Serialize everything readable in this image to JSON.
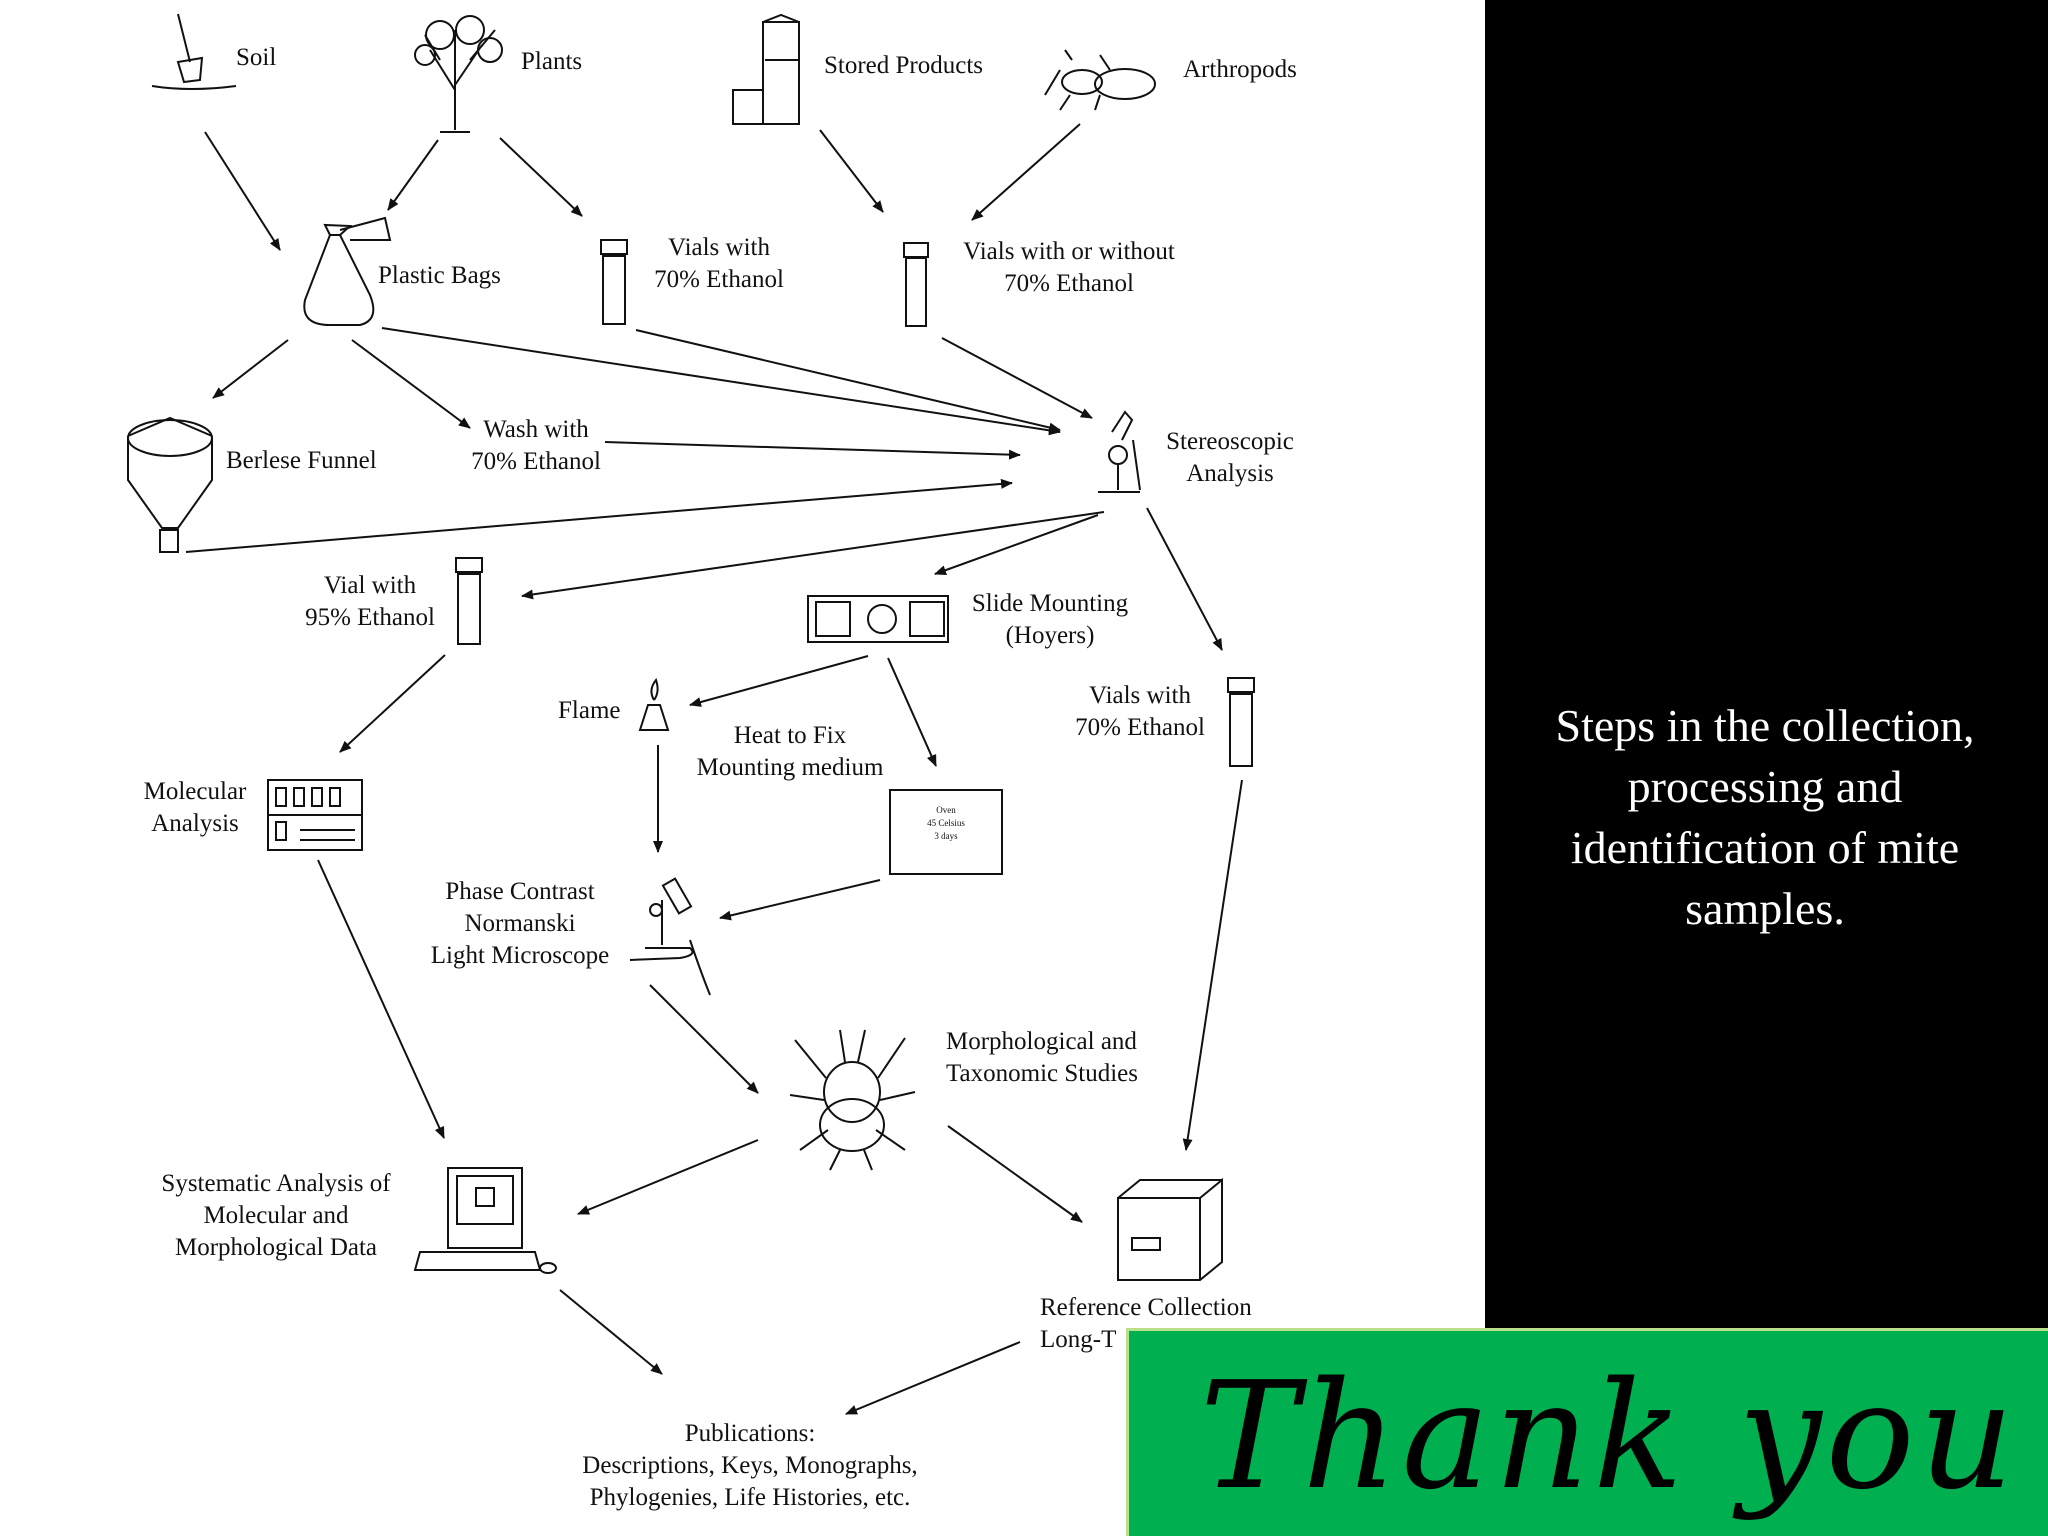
{
  "diagram": {
    "labels": {
      "soil": "Soil",
      "plants": "Plants",
      "stored_products": "Stored Products",
      "arthropods": "Arthropods",
      "plastic_bags": "Plastic Bags",
      "vials_ethanol_70": "Vials with\n70% Ethanol",
      "vials_with_or_without": "Vials with or without\n70% Ethanol",
      "berlese_funnel": "Berlese Funnel",
      "wash_ethanol": "Wash with\n70% Ethanol",
      "stereoscopic": "Stereoscopic\nAnalysis",
      "vial_ethanol_95": "Vial with\n95% Ethanol",
      "slide_mounting": "Slide Mounting\n(Hoyers)",
      "flame": "Flame",
      "heat_fix": "Heat to Fix\nMounting medium",
      "vials_ethanol_70_b": "Vials with\n70% Ethanol",
      "molecular_analysis": "Molecular\nAnalysis",
      "oven_note": "Oven\n45 Celsius\n3 days",
      "phase_contrast": "Phase Contrast\nNormanski\nLight Microscope",
      "morphological": "Morphological and\nTaxonomic Studies",
      "systematic": "Systematic Analysis of\nMolecular and\nMorphological Data",
      "reference": "Reference Collection\nLong-T",
      "publications": "Publications:\nDescriptions, Keys, Monographs,\nPhylogenies, Life Histories, etc."
    }
  },
  "caption": "Steps in the collection, processing and identification of mite samples.",
  "thank_you": "Thank you",
  "colors": {
    "background": "#000000",
    "diagram_bg": "#ffffff",
    "banner": "#00b050",
    "caption_text": "#ffffff"
  }
}
